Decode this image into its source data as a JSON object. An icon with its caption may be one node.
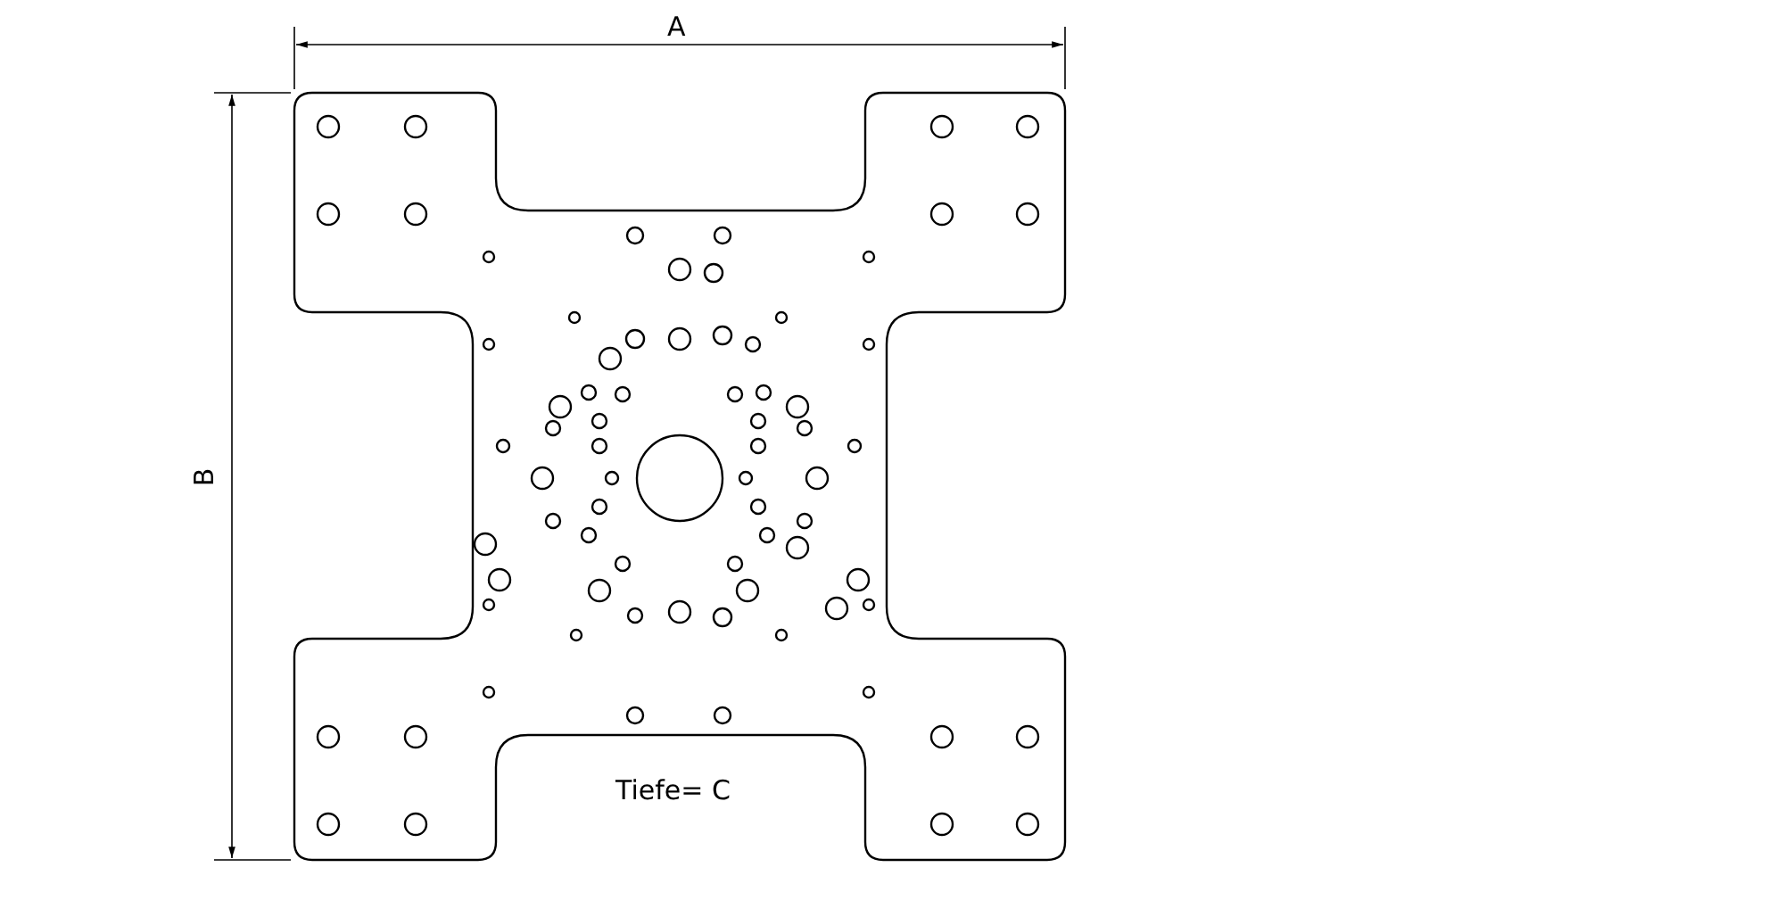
{
  "diagram": {
    "labels": [
      "A",
      "B",
      "Tiefe= C"
    ]
  }
}
